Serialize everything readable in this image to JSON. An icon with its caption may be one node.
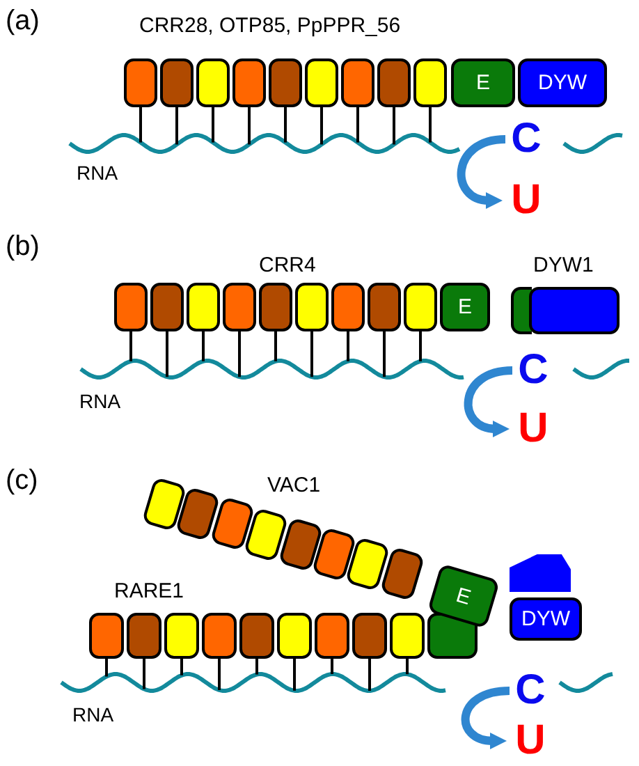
{
  "diagram": {
    "nodes": [
      {
        "text": [],
        "shape": "box"
      },
      {
        "text": [],
        "shape": "box"
      },
      {
        "text": [],
        "shape": "box"
      },
      {
        "text": [],
        "shape": "box"
      },
      {
        "text": [],
        "shape": "box"
      },
      {
        "text": [],
        "shape": "box"
      },
      {
        "text": [],
        "shape": "box"
      },
      {
        "text": [],
        "shape": "box"
      },
      {
        "text": [],
        "shape": "box"
      },
      {
        "text": [
          "E"
        ]
      },
      {
        "text": [
          "DYW"
        ]
      },
      {
        "text": [
          "C"
        ]
      },
      {
        "text": [
          "U"
        ]
      },
      {
        "text": [],
        "shape": "box"
      },
      {
        "text": [],
        "shape": "box"
      },
      {
        "text": [],
        "shape": "box"
      },
      {
        "text": [],
        "shape": "box"
      },
      {
        "text": [],
        "shape": "box"
      },
      {
        "text": [],
        "shape": "box"
      },
      {
        "text": [],
        "shape": "box"
      },
      {
        "text": [],
        "shape": "box"
      },
      {
        "text": [],
        "shape": "box"
      },
      {
        "text": [
          "E"
        ]
      },
      {
        "text": [],
        "shape": "box"
      },
      {
        "text": [],
        "shape": "box"
      },
      {
        "text": [
          "C"
        ]
      },
      {
        "text": [
          "U"
        ]
      },
      {
        "text": [],
        "shape": "box"
      },
      {
        "text": [],
        "shape": "box"
      },
      {
        "text": [],
        "shape": "box"
      },
      {
        "text": [],
        "shape": "box"
      },
      {
        "text": [],
        "shape": "box"
      },
      {
        "text": [],
        "shape": "box"
      },
      {
        "text": [],
        "shape": "box"
      },
      {
        "text": [],
        "shape": "box"
      },
      {
        "text": [
          "E"
        ]
      },
      {
        "text": [],
        "shape": "box"
      },
      {
        "text": [
          "DYW"
        ]
      },
      {
        "text": [],
        "shape": "box"
      },
      {
        "text": [],
        "shape": "box"
      },
      {
        "text": [],
        "shape": "box"
      },
      {
        "text": [],
        "shape": "box"
      },
      {
        "text": [],
        "shape": "box"
      },
      {
        "text": [],
        "shape": "box"
      },
      {
        "text": [],
        "shape": "box"
      },
      {
        "text": [],
        "shape": "box"
      },
      {
        "text": [],
        "shape": "box"
      },
      {
        "text": [],
        "shape": "box"
      },
      {
        "text": [
          "C"
        ]
      },
      {
        "text": [
          "U"
        ]
      }
    ],
    "edges": [
      {
        "from": 11,
        "to": 12,
        "arrow": "to"
      },
      {
        "from": 25,
        "to": 26,
        "arrow": "to"
      },
      {
        "from": 48,
        "to": 49,
        "arrow": "to"
      }
    ],
    "labels": [
      "(a)",
      "CRR28, OTP85, PpPPR_56",
      "RNA",
      "(b)",
      "CRR4",
      "DYW1",
      "RNA",
      "(c)",
      "VAC1",
      "RARE1",
      "RNA"
    ]
  }
}
